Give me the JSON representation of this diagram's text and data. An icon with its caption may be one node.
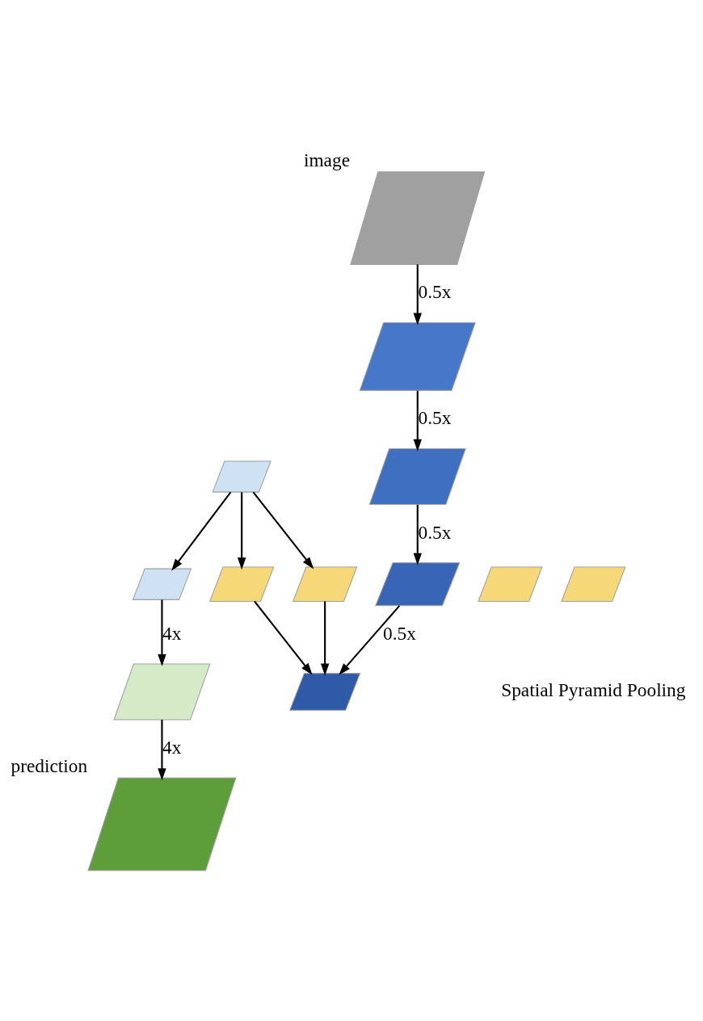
{
  "diagram": {
    "nodes": [
      {
        "text": [],
        "shape": "parallelogram"
      },
      {
        "text": [],
        "shape": "parallelogram"
      },
      {
        "text": [],
        "shape": "parallelogram"
      },
      {
        "text": [],
        "shape": "parallelogram"
      },
      {
        "text": [],
        "shape": "parallelogram"
      },
      {
        "text": [],
        "shape": "parallelogram"
      },
      {
        "text": [],
        "shape": "parallelogram"
      },
      {
        "text": [],
        "shape": "parallelogram"
      },
      {
        "text": [],
        "shape": "parallelogram"
      },
      {
        "text": [],
        "shape": "parallelogram"
      },
      {
        "text": [],
        "shape": "parallelogram",
        "beside": [
          "image"
        ]
      },
      {
        "text": [],
        "shape": "parallelogram"
      },
      {
        "text": [],
        "shape": "parallelogram",
        "beside": [
          "prediction"
        ]
      }
    ],
    "edges": [
      {
        "from": 0,
        "to": 1,
        "arrow": "to"
      },
      {
        "from": 0,
        "to": 2,
        "arrow": "to"
      },
      {
        "from": 0,
        "to": 5,
        "arrow": "to"
      },
      {
        "from": 2,
        "to": 6,
        "arrow": "to"
      },
      {
        "from": 5,
        "to": 6,
        "arrow": "to"
      },
      {
        "from": 7,
        "to": 6,
        "arrow": "to",
        "label": "0.5x"
      },
      {
        "from": 8,
        "to": 7,
        "arrow": "to",
        "label": "0.5x"
      },
      {
        "from": 9,
        "to": 8,
        "arrow": "to",
        "label": "0.5x"
      },
      {
        "from": 10,
        "to": 9,
        "arrow": "to",
        "label": "0.5x"
      },
      {
        "from": 1,
        "to": 11,
        "arrow": "to",
        "label": "4x"
      },
      {
        "from": 11,
        "to": 12,
        "arrow": "to",
        "label": "4x"
      }
    ],
    "labels": [
      "Spatial Pyramid Pooling"
    ]
  }
}
